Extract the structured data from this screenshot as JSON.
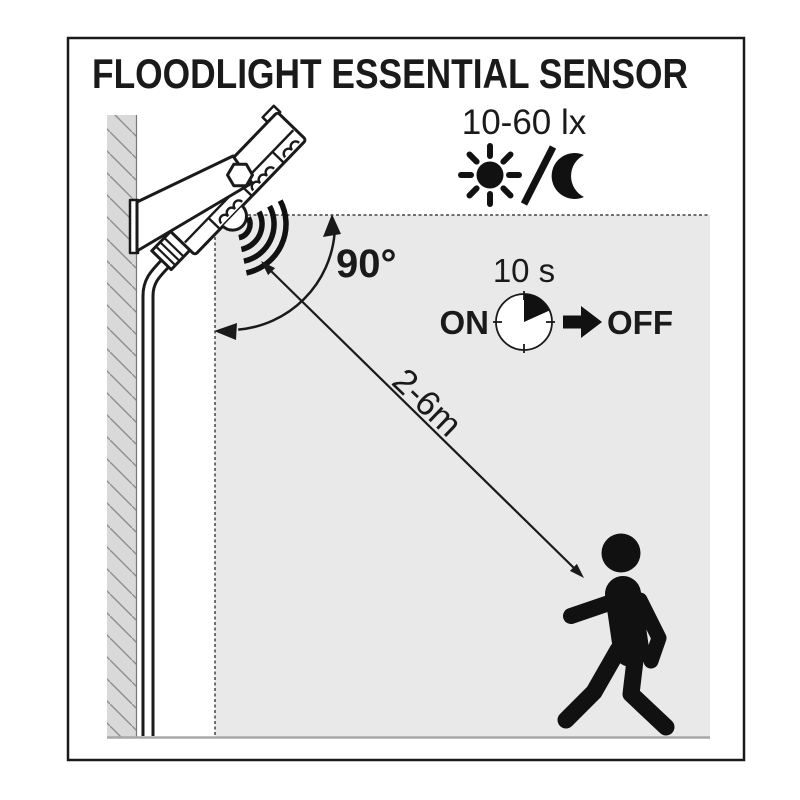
{
  "title": "FLOODLIGHT ESSENTIAL SENSOR",
  "specs": {
    "light_threshold": "10-60 lx",
    "hold_time": "10 s",
    "state_on": "ON",
    "state_off": "OFF",
    "detection_angle": "90°",
    "detection_range": "2-6m"
  },
  "colors": {
    "ink": "#1a1a1a",
    "wall_fill": "#d9d9d9",
    "wall_hatch": "#8f8f8f",
    "detection_area_fill": "#e9e9e9",
    "dashed_border": "#444444",
    "ground_line": "#a8a8a8"
  },
  "icons": {
    "sun": "daylight",
    "moon": "night",
    "timer_clock": "10 second hold timer",
    "arrow_right": "on-to-off transition",
    "sensor_waves": "motion sensor waves",
    "walking_person": "detected person",
    "floodlight": "wall-mounted floodlight with sensor"
  }
}
